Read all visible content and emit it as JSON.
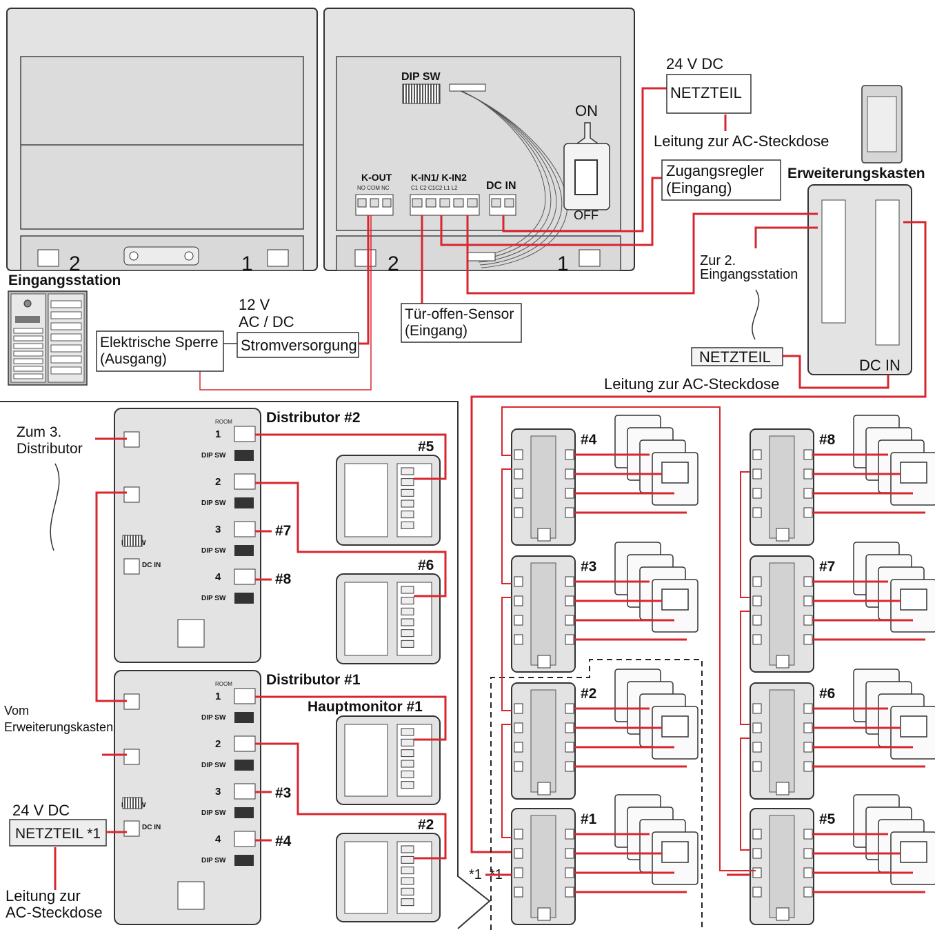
{
  "top": {
    "dip_sw": "DIP SW",
    "on": "ON",
    "off": "OFF",
    "k_out": "K-OUT",
    "k_out_sub": "NO COM NC",
    "k_in": "K-IN1/ K-IN2",
    "k_in_sub": "C1 C2 C1C2 L1 L2",
    "dc_in": "DC IN",
    "num_1": "1",
    "num_2": "2"
  },
  "labels": {
    "v24_top": "24 V DC",
    "netzteil": "NETZTEIL",
    "netzteil_star": "NETZTEIL *1",
    "ac_outlet": "Leitung zur AC-Steckdose",
    "access_1": "Zugangsregler",
    "access_2": "(Eingang)",
    "expansion_box": "Erweiterungskasten",
    "to_2nd_1": "Zur 2.",
    "to_2nd_2": "Eingangsstation",
    "dc_in": "DC IN",
    "entrance": "Eingangsstation",
    "v12_1": "12 V",
    "v12_2": "AC / DC",
    "power_supply": "Stromversorgung",
    "lock_1": "Elektrische Sperre",
    "lock_2": "(Ausgang)",
    "door_1": "Tür-offen-Sensor",
    "door_2": "(Eingang)",
    "to_3rd_1": "Zum 3.",
    "to_3rd_2": "Distributor",
    "from_box_1": "Vom",
    "from_box_2": "Erweiterungskasten",
    "v24_bottom": "24 V DC",
    "ac_bottom_1": "Leitung zur",
    "ac_bottom_2": "AC-Steckdose",
    "dist2": "Distributor #2",
    "dist1": "Distributor #1",
    "main_monitor": "Hauptmonitor #1",
    "dip_sw": "DIP SW",
    "room": "ROOM",
    "star_note": "*1",
    "star_note2": "*1"
  },
  "monitor_labels": [
    "#5",
    "#6",
    "#2"
  ],
  "port_tags": [
    "#7",
    "#8",
    "#3",
    "#4"
  ],
  "ports": [
    "1",
    "2",
    "3",
    "4"
  ],
  "group_labels": [
    "#4",
    "#3",
    "#2",
    "#1",
    "#8",
    "#7",
    "#6",
    "#5"
  ],
  "colors": {
    "wire": "#d8262e",
    "panel": "#e3e3e3",
    "panel_dark": "#cfcfcf",
    "stroke": "#333333"
  }
}
